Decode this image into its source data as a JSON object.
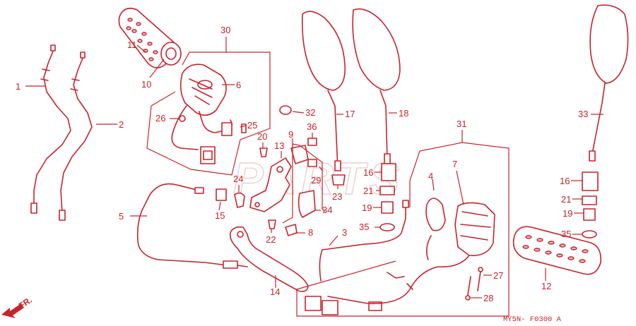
{
  "diagram": {
    "code": "MY5N- F0300 A",
    "front_label": "FR.",
    "watermark": "PARTS",
    "callouts": [
      {
        "num": "1"
      },
      {
        "num": "2"
      },
      {
        "num": "3"
      },
      {
        "num": "4"
      },
      {
        "num": "5"
      },
      {
        "num": "6"
      },
      {
        "num": "7"
      },
      {
        "num": "8"
      },
      {
        "num": "9"
      },
      {
        "num": "10"
      },
      {
        "num": "11"
      },
      {
        "num": "12"
      },
      {
        "num": "13"
      },
      {
        "num": "14"
      },
      {
        "num": "15"
      },
      {
        "num": "16"
      },
      {
        "num": "16"
      },
      {
        "num": "17"
      },
      {
        "num": "18"
      },
      {
        "num": "19"
      },
      {
        "num": "19"
      },
      {
        "num": "20"
      },
      {
        "num": "21"
      },
      {
        "num": "21"
      },
      {
        "num": "22"
      },
      {
        "num": "23"
      },
      {
        "num": "24"
      },
      {
        "num": "25"
      },
      {
        "num": "26"
      },
      {
        "num": "27"
      },
      {
        "num": "28"
      },
      {
        "num": "29"
      },
      {
        "num": "30"
      },
      {
        "num": "31"
      },
      {
        "num": "32"
      },
      {
        "num": "33"
      },
      {
        "num": "34"
      },
      {
        "num": "35"
      },
      {
        "num": "35"
      },
      {
        "num": "36"
      }
    ]
  },
  "colors": {
    "line": "#c8232c",
    "watermark": "#ead0d1",
    "background": "#ffffff"
  }
}
